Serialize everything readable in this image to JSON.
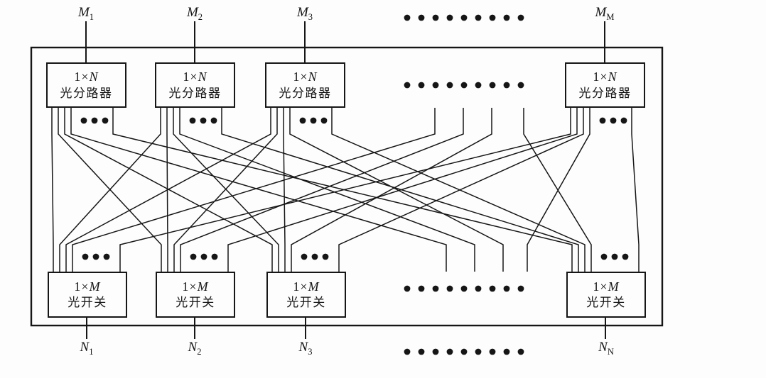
{
  "diagram": {
    "background_color": "#fdfdfd",
    "ink_color": "#161616",
    "inputs": [
      {
        "base": "M",
        "sub": "1"
      },
      {
        "base": "M",
        "sub": "2"
      },
      {
        "base": "M",
        "sub": "3"
      },
      {
        "base": "M",
        "sub": "M"
      }
    ],
    "outputs": [
      {
        "base": "N",
        "sub": "1"
      },
      {
        "base": "N",
        "sub": "2"
      },
      {
        "base": "N",
        "sub": "3"
      },
      {
        "base": "N",
        "sub": "N"
      }
    ],
    "splitter": {
      "size_prefix": "1×",
      "size_var": "N",
      "name": "光分路器"
    },
    "switch": {
      "size_prefix": "1×",
      "size_var": "M",
      "name": "光开关"
    },
    "ellipsis": {
      "dots_per_row": 9,
      "fanout_dots_per_box": 3
    }
  }
}
